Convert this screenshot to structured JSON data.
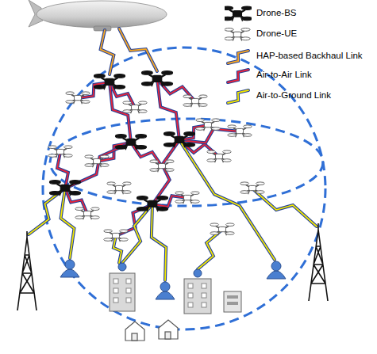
{
  "diagram": {
    "legend": [
      {
        "text": "Drone-BS"
      },
      {
        "text": "Drone-UE"
      },
      {
        "text": "HAP-based Backhaul Link"
      },
      {
        "text": "Air-to-Air Link"
      },
      {
        "text": "Air-to-Ground Link"
      }
    ]
  }
}
